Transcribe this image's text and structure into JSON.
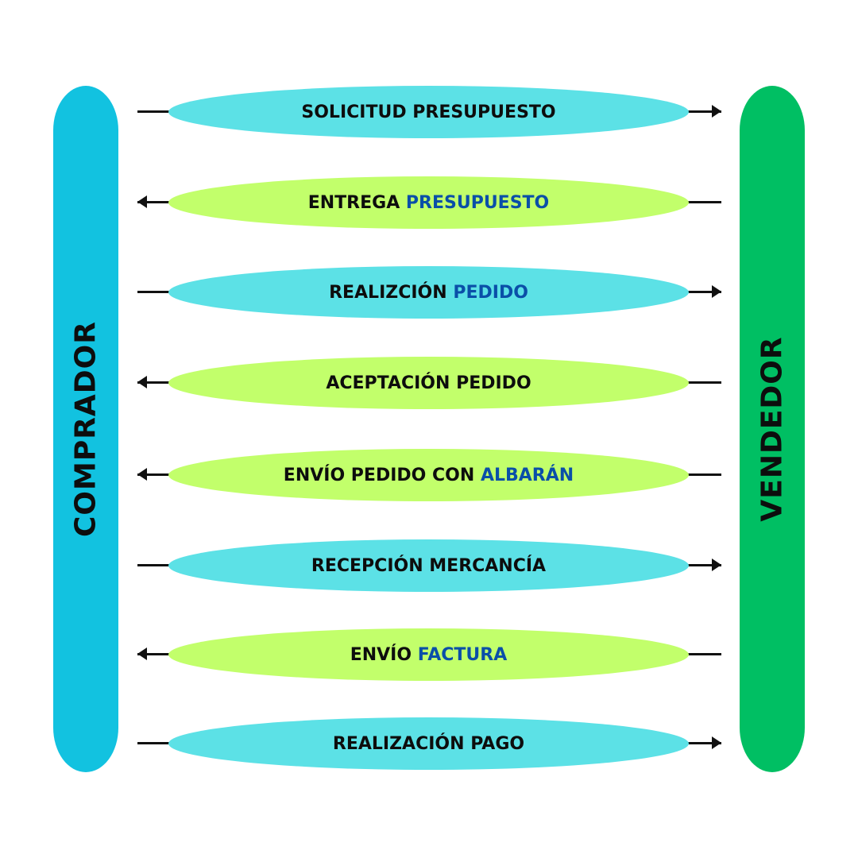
{
  "actors": {
    "left": {
      "label": "COMPRADOR",
      "color": "#12c2e0"
    },
    "right": {
      "label": "VENDEDOR",
      "color": "#00bf63"
    }
  },
  "colors": {
    "to_vendedor": "#5ce1e6",
    "to_comprador": "#c2ff6b",
    "highlight_text": "#0a4fa8"
  },
  "steps": [
    {
      "parts": [
        {
          "text": "SOLICITUD PRESUPUESTO",
          "highlight": false
        }
      ],
      "direction": "to_vendedor"
    },
    {
      "parts": [
        {
          "text": "ENTREGA",
          "highlight": false
        },
        {
          "text": "PRESUPUESTO",
          "highlight": true
        }
      ],
      "direction": "to_comprador"
    },
    {
      "parts": [
        {
          "text": "REALIZCIÓN",
          "highlight": false
        },
        {
          "text": "PEDIDO",
          "highlight": true
        }
      ],
      "direction": "to_vendedor"
    },
    {
      "parts": [
        {
          "text": "ACEPTACIÓN PEDIDO",
          "highlight": false
        }
      ],
      "direction": "to_comprador"
    },
    {
      "parts": [
        {
          "text": "ENVÍO PEDIDO CON",
          "highlight": false
        },
        {
          "text": "ALBARÁN",
          "highlight": true
        }
      ],
      "direction": "to_comprador"
    },
    {
      "parts": [
        {
          "text": "RECEPCIÓN MERCANCÍA",
          "highlight": false
        }
      ],
      "direction": "to_vendedor"
    },
    {
      "parts": [
        {
          "text": "ENVÍO",
          "highlight": false
        },
        {
          "text": "FACTURA",
          "highlight": true
        }
      ],
      "direction": "to_comprador"
    },
    {
      "parts": [
        {
          "text": "REALIZACIÓN PAGO",
          "highlight": false
        }
      ],
      "direction": "to_vendedor"
    }
  ]
}
